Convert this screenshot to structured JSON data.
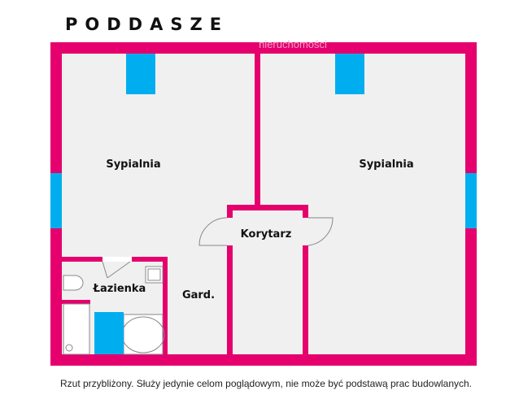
{
  "title": "PODDASZE",
  "watermark": "nieruchomości",
  "rooms": {
    "bedroom_left": "Sypialnia",
    "bedroom_right": "Sypialnia",
    "corridor": "Korytarz",
    "bathroom": "Łazienka",
    "wardrobe": "Gard."
  },
  "footer": "Rzut przybliżony. Służy jedynie celom poglądowym, nie może być podstawą prac budowlanych.",
  "colors": {
    "wall": "#e5006d",
    "window": "#00aeef",
    "floor": "#f0f0f0"
  }
}
